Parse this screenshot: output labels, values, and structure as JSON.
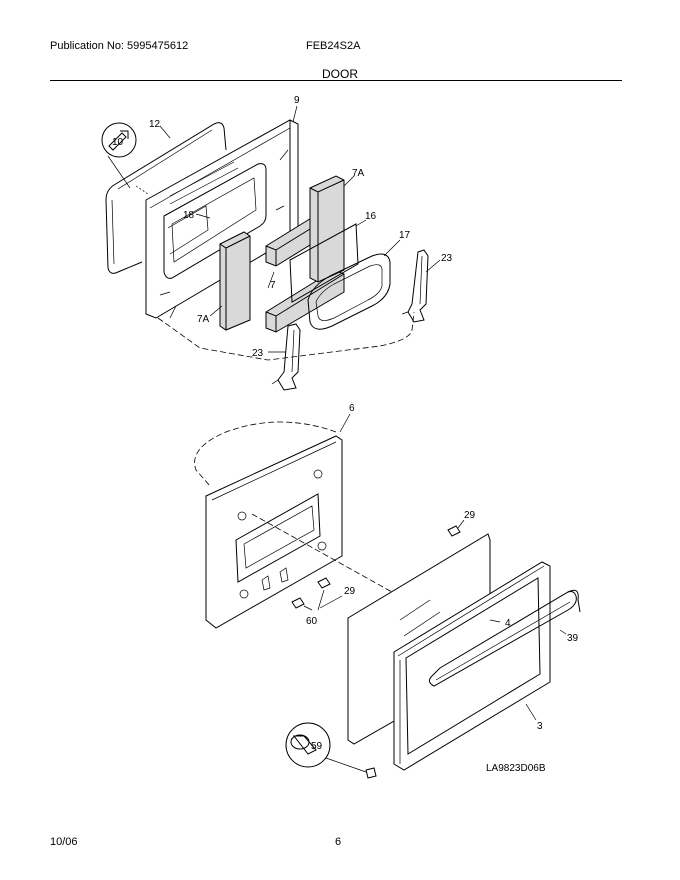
{
  "header": {
    "publication": "Publication No: 5995475612",
    "model": "FEB24S2A",
    "section": "DOOR"
  },
  "callouts": {
    "c9": "9",
    "c10": "10",
    "c12": "12",
    "c18": "18",
    "c7A_top": "7A",
    "c16": "16",
    "c17": "17",
    "c23_right": "23",
    "c7": "7",
    "c7A_left": "7A",
    "c23_left": "23",
    "c6": "6",
    "c29_top": "29",
    "c29_mid": "29",
    "c60": "60",
    "c4": "4",
    "c39": "39",
    "c3": "3",
    "c59": "59"
  },
  "diagram_code": "LA9823D06B",
  "footer": {
    "date": "10/06",
    "page": "6"
  }
}
